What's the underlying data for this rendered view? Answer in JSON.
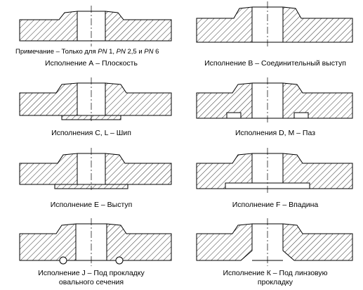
{
  "note": {
    "prefix": "Примечание – Только для ",
    "pn1": "PN",
    "v1": " 1, ",
    "pn2": "PN",
    "v2": " 2,5 и ",
    "pn3": "PN",
    "v3": " 6"
  },
  "captions": {
    "a": "Исполнение А – Плоскость",
    "b": "Исполнение В – Соединительный выступ",
    "c": "Исполнения С, L – Шип",
    "d": "Исполнения D, М – Паз",
    "e": "Исполнение Е – Выступ",
    "f": "Исполнение F – Впадина",
    "j1": "Исполнение J – Под прокладку",
    "j2": "овального сечения",
    "k1": "Исполнение К – Под линзовую",
    "k2": "прокладку"
  }
}
